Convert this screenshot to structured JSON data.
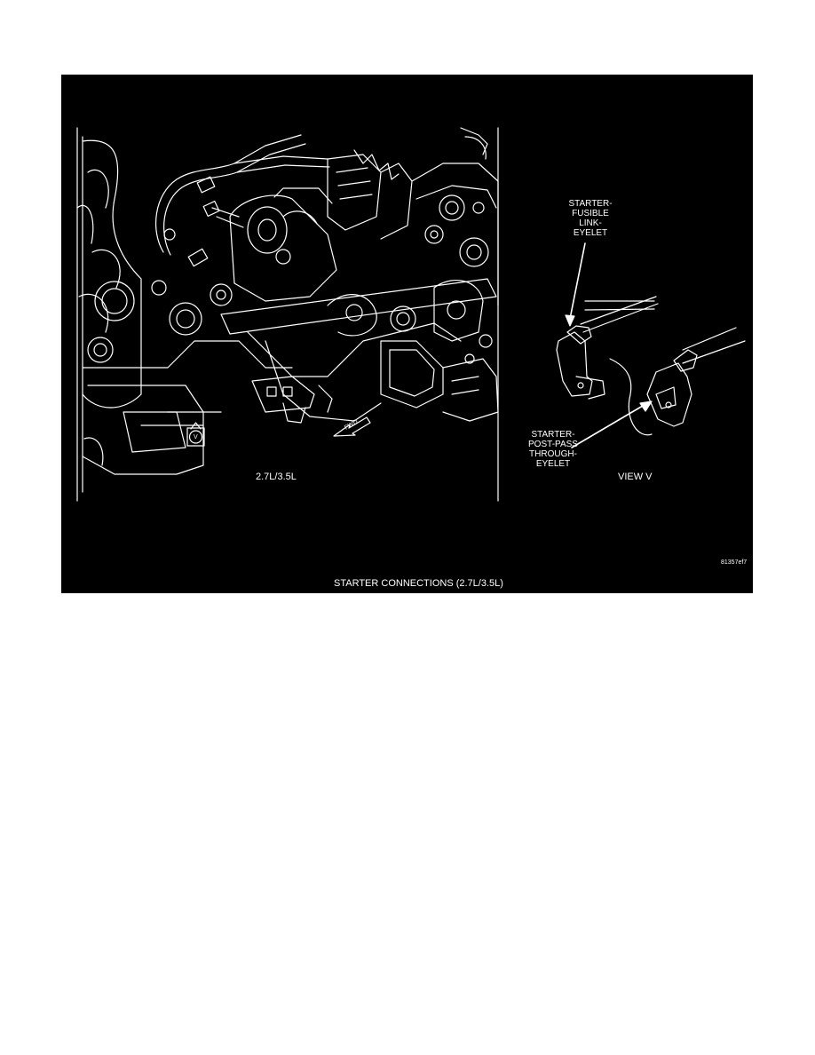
{
  "figure": {
    "caption": "STARTER CONNECTIONS (2.7L/3.5L)",
    "main_view_label": "2.7L/3.5L",
    "detail_view_label": "VIEW V",
    "view_marker_letter": "V",
    "forward_arrow_text": "FWD",
    "image_code": "81357ef7",
    "callouts": {
      "fusible_link": "STARTER-\nFUSIBLE\nLINK-\nEYELET",
      "post_pass": "STARTER-\nPOST-PASS\nTHROUGH-\nEYELET"
    },
    "colors": {
      "background": "#000000",
      "linework": "#ffffff"
    }
  }
}
